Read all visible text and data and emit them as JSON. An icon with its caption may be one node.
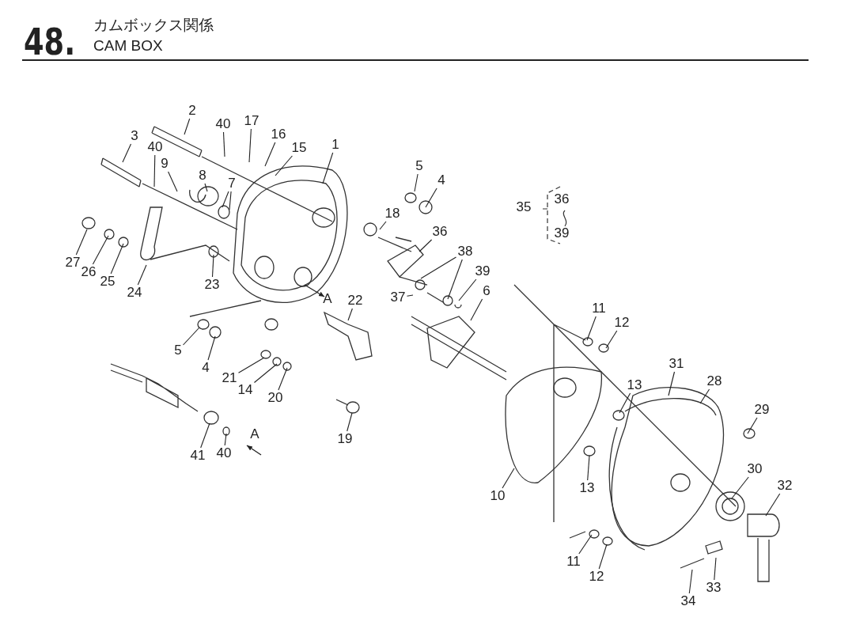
{
  "diagram": {
    "nodes": [
      {
        "text": [
          "2"
        ]
      },
      {
        "text": [
          "3"
        ]
      },
      {
        "text": [
          "40"
        ]
      },
      {
        "text": [
          "17"
        ]
      },
      {
        "text": [
          "16"
        ]
      },
      {
        "text": [
          "15"
        ]
      },
      {
        "text": [
          "1"
        ]
      },
      {
        "text": [
          "40"
        ]
      },
      {
        "text": [
          "9"
        ]
      },
      {
        "text": [
          "8"
        ]
      },
      {
        "text": [
          "7"
        ]
      },
      {
        "text": [
          "5"
        ]
      },
      {
        "text": [
          "4"
        ]
      },
      {
        "text": [
          "18"
        ]
      },
      {
        "text": [
          "36"
        ]
      },
      {
        "text": [
          "38"
        ]
      },
      {
        "text": [
          "39"
        ]
      },
      {
        "text": [
          "37"
        ]
      },
      {
        "text": [
          "6"
        ]
      },
      {
        "text": [
          "27"
        ]
      },
      {
        "text": [
          "26"
        ]
      },
      {
        "text": [
          "25"
        ]
      },
      {
        "text": [
          "24"
        ]
      },
      {
        "text": [
          "23"
        ]
      },
      {
        "text": [
          "22"
        ]
      },
      {
        "text": [
          "5"
        ]
      },
      {
        "text": [
          "4"
        ]
      },
      {
        "text": [
          "11"
        ]
      },
      {
        "text": [
          "12"
        ]
      },
      {
        "text": [
          "21"
        ]
      },
      {
        "text": [
          "14"
        ]
      },
      {
        "text": [
          "20"
        ]
      },
      {
        "text": [
          "13"
        ]
      },
      {
        "text": [
          "31"
        ]
      },
      {
        "text": [
          "28"
        ]
      },
      {
        "text": [
          "29"
        ]
      },
      {
        "text": [
          "19"
        ]
      },
      {
        "text": [
          "41"
        ]
      },
      {
        "text": [
          "40"
        ]
      },
      {
        "text": [
          "13"
        ]
      },
      {
        "text": [
          "30"
        ]
      },
      {
        "text": [
          "32"
        ]
      },
      {
        "text": [
          "10"
        ]
      },
      {
        "text": [
          "11"
        ]
      },
      {
        "text": [
          "12"
        ]
      },
      {
        "text": [
          "34"
        ]
      },
      {
        "text": [
          "33"
        ]
      }
    ],
    "edges": [
      {
        "from": 0,
        "to": null,
        "arrow": "none"
      },
      {
        "from": 1,
        "to": null,
        "arrow": "none"
      },
      {
        "from": 2,
        "to": null,
        "arrow": "none"
      },
      {
        "from": 3,
        "to": null,
        "arrow": "none"
      },
      {
        "from": 4,
        "to": null,
        "arrow": "none"
      },
      {
        "from": 5,
        "to": null,
        "arrow": "none"
      },
      {
        "from": 6,
        "to": null,
        "arrow": "none"
      },
      {
        "from": 7,
        "to": null,
        "arrow": "none"
      },
      {
        "from": 8,
        "to": null,
        "arrow": "none"
      },
      {
        "from": 9,
        "to": null,
        "arrow": "none"
      },
      {
        "from": 10,
        "to": null,
        "arrow": "none"
      },
      {
        "from": 10,
        "to": null,
        "arrow": "none"
      },
      {
        "from": 11,
        "to": null,
        "arrow": "none"
      },
      {
        "from": 12,
        "to": null,
        "arrow": "none"
      },
      {
        "from": 13,
        "to": null,
        "arrow": "none"
      },
      {
        "from": 14,
        "to": null,
        "arrow": "none"
      },
      {
        "from": 15,
        "to": null,
        "arrow": "none"
      },
      {
        "from": 15,
        "to": null,
        "arrow": "none"
      },
      {
        "from": 16,
        "to": null,
        "arrow": "none"
      },
      {
        "from": 17,
        "to": null,
        "arrow": "none"
      },
      {
        "from": 18,
        "to": null,
        "arrow": "none"
      },
      {
        "from": 19,
        "to": null,
        "arrow": "none"
      },
      {
        "from": 20,
        "to": null,
        "arrow": "none"
      },
      {
        "from": 21,
        "to": null,
        "arrow": "none"
      },
      {
        "from": 22,
        "to": null,
        "arrow": "none"
      },
      {
        "from": 23,
        "to": null,
        "arrow": "none"
      },
      {
        "from": 24,
        "to": null,
        "arrow": "none"
      },
      {
        "from": 25,
        "to": null,
        "arrow": "none"
      },
      {
        "from": 26,
        "to": null,
        "arrow": "none"
      },
      {
        "from": 27,
        "to": null,
        "arrow": "none"
      },
      {
        "from": 28,
        "to": null,
        "arrow": "none"
      },
      {
        "from": 29,
        "to": null,
        "arrow": "none"
      },
      {
        "from": 30,
        "to": null,
        "arrow": "none"
      },
      {
        "from": 31,
        "to": null,
        "arrow": "none"
      },
      {
        "from": 32,
        "to": null,
        "arrow": "none"
      },
      {
        "from": 33,
        "to": null,
        "arrow": "none"
      },
      {
        "from": 34,
        "to": null,
        "arrow": "none"
      },
      {
        "from": 35,
        "to": null,
        "arrow": "none"
      },
      {
        "from": 36,
        "to": null,
        "arrow": "none"
      },
      {
        "from": 37,
        "to": null,
        "arrow": "none"
      },
      {
        "from": 38,
        "to": null,
        "arrow": "none"
      },
      {
        "from": 39,
        "to": null,
        "arrow": "none"
      },
      {
        "from": 40,
        "to": null,
        "arrow": "none"
      },
      {
        "from": 41,
        "to": null,
        "arrow": "none"
      },
      {
        "from": 42,
        "to": null,
        "arrow": "none"
      },
      {
        "from": 43,
        "to": null,
        "arrow": "none"
      },
      {
        "from": 44,
        "to": null,
        "arrow": "none"
      },
      {
        "from": 45,
        "to": null,
        "arrow": "none"
      },
      {
        "from": 46,
        "to": null,
        "arrow": "none"
      }
    ],
    "labels": [
      "48.",
      "カムボックス関係",
      "CAM BOX",
      "35",
      "36",
      "39",
      "A",
      "A"
    ]
  }
}
